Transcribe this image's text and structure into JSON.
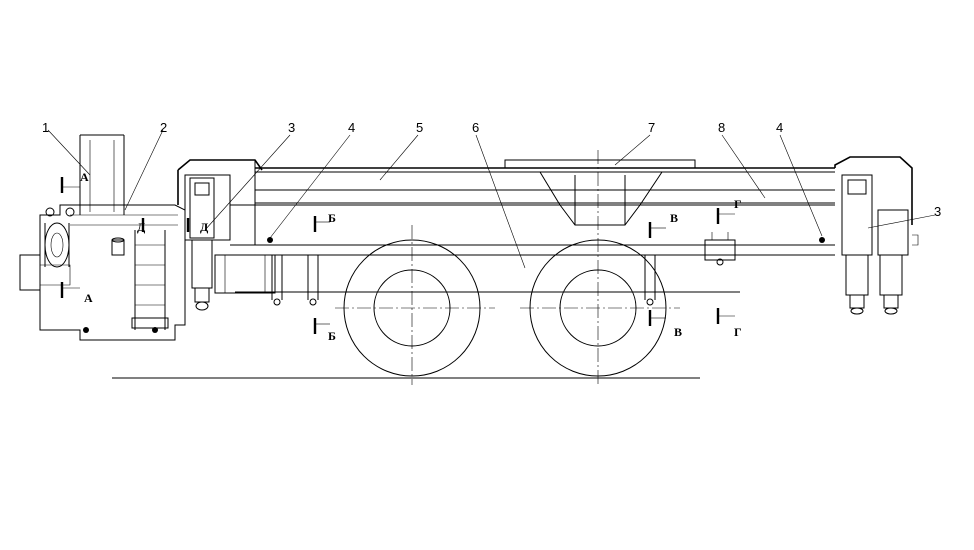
{
  "callouts": {
    "c1": "1",
    "c2": "2",
    "c3a": "3",
    "c4a": "4",
    "c5": "5",
    "c6": "6",
    "c7": "7",
    "c8": "8",
    "c4b": "4",
    "c3b": "3"
  },
  "sections": {
    "a_top": "А",
    "a_bottom": "А",
    "d_left": "Д",
    "d_right": "Д",
    "b_top": "Б",
    "b_bottom": "Б",
    "v_top": "В",
    "v_bottom": "В",
    "g_top": "Г",
    "g_bottom": "Г"
  }
}
